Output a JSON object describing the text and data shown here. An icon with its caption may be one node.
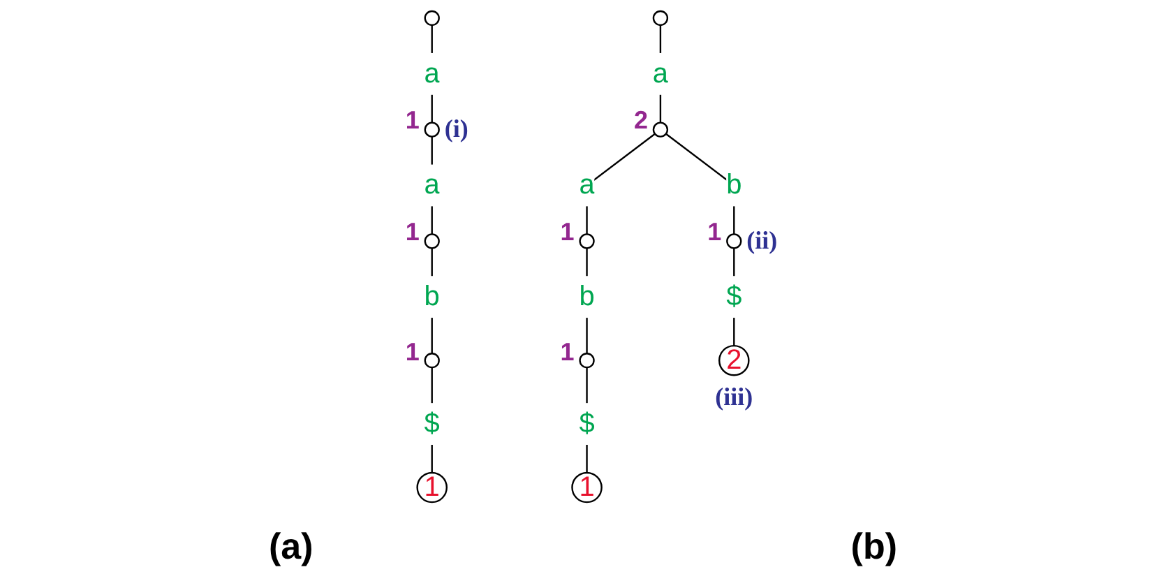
{
  "diagram": {
    "nodes": [
      {
        "text": [],
        "shape": "circle"
      },
      {
        "text": [],
        "shape": "circle",
        "beside": [
          "1",
          "(i)"
        ]
      },
      {
        "text": [],
        "shape": "circle",
        "beside": [
          "1"
        ]
      },
      {
        "text": [],
        "shape": "circle",
        "beside": [
          "1"
        ]
      },
      {
        "text": [
          "1"
        ]
      },
      {
        "text": [],
        "shape": "circle"
      },
      {
        "text": [],
        "shape": "circle",
        "beside": [
          "2"
        ]
      },
      {
        "text": [],
        "shape": "circle",
        "beside": [
          "1"
        ]
      },
      {
        "text": [],
        "shape": "circle",
        "beside": [
          "1"
        ]
      },
      {
        "text": [
          "1"
        ]
      },
      {
        "text": [],
        "shape": "circle",
        "beside": [
          "1",
          "(ii)"
        ]
      },
      {
        "text": [
          "2"
        ],
        "beside": [
          "(iii)"
        ]
      }
    ],
    "edges": [
      {
        "from": 0,
        "to": 1,
        "arrow": "none",
        "label": "a"
      },
      {
        "from": 1,
        "to": 2,
        "arrow": "none",
        "label": "a"
      },
      {
        "from": 2,
        "to": 3,
        "arrow": "none",
        "label": "b"
      },
      {
        "from": 3,
        "to": 4,
        "arrow": "none",
        "label": "$"
      },
      {
        "from": 5,
        "to": 6,
        "arrow": "none",
        "label": "a"
      },
      {
        "from": 6,
        "to": 7,
        "arrow": "none",
        "label": "a"
      },
      {
        "from": 7,
        "to": 8,
        "arrow": "none",
        "label": "b"
      },
      {
        "from": 8,
        "to": 9,
        "arrow": "none",
        "label": "$"
      },
      {
        "from": 6,
        "to": 10,
        "arrow": "none",
        "label": "b"
      },
      {
        "from": 10,
        "to": 11,
        "arrow": "none",
        "label": "$"
      }
    ],
    "labels": [
      "(a)",
      "(b)"
    ]
  }
}
